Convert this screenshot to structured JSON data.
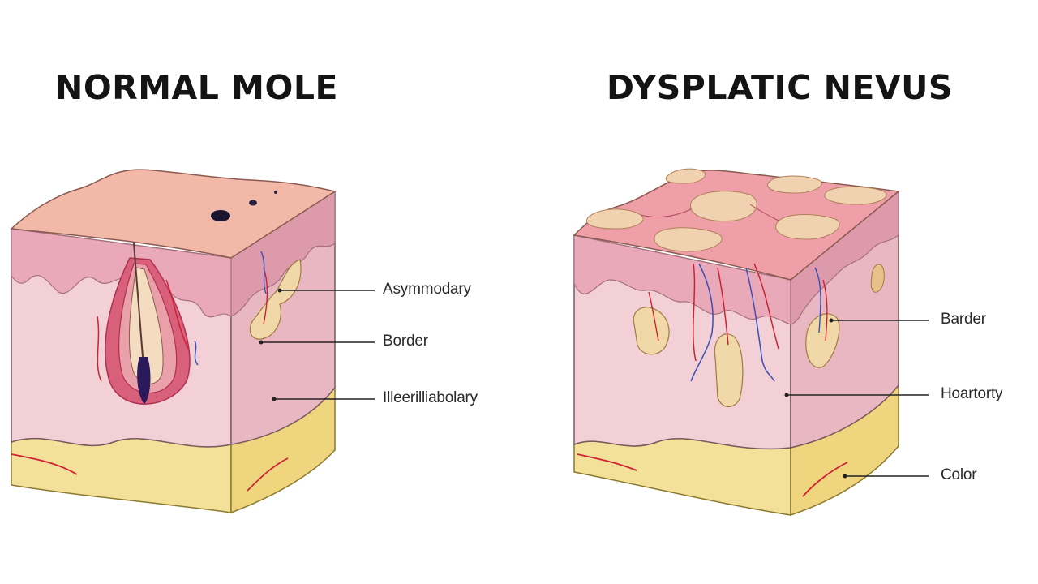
{
  "panels": {
    "left": {
      "title": "NORMAL MOLE",
      "labels": [
        "Asymmodary",
        "Border",
        "Illeerilliabolary"
      ]
    },
    "right": {
      "title": "DYSPLATIC NEVUS",
      "labels": [
        "Barder",
        "Hoartorty",
        "Color"
      ]
    }
  },
  "colors": {
    "epidermis_top": "#f2b8a8",
    "dermis": "#f3cfd6",
    "dermis_side": "#e9b7c2",
    "fat_layer": "#f4e199",
    "vessel_red": "#cc2233",
    "vessel_blue": "#3a4fb8",
    "mole_dark": "#2a1a5a",
    "dysplastic_patch": "#f1d2b0"
  }
}
